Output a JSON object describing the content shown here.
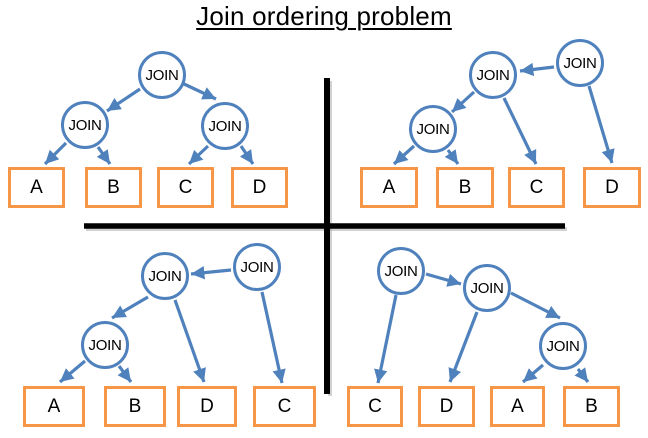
{
  "title": "Join ordering problem",
  "colors": {
    "node_border": "#4f81bd",
    "arrow": "#4f81bd",
    "leaf_border": "#f79646",
    "divider": "#000000",
    "text": "#000000",
    "background": "#ffffff"
  },
  "trees": [
    {
      "quadrant": "top-left",
      "shape": "bushy",
      "join_labels": [
        "JOIN",
        "JOIN",
        "JOIN"
      ],
      "leaf_labels": [
        "A",
        "B",
        "C",
        "D"
      ],
      "edges": [
        "root->join-left",
        "root->join-right",
        "join-left->A",
        "join-left->B",
        "join-right->C",
        "join-right->D"
      ]
    },
    {
      "quadrant": "top-right",
      "shape": "left-deep",
      "join_labels": [
        "JOIN",
        "JOIN",
        "JOIN"
      ],
      "leaf_labels": [
        "A",
        "B",
        "C",
        "D"
      ],
      "edges": [
        "root->join-mid",
        "root->D",
        "join-mid->join-low",
        "join-mid->C",
        "join-low->A",
        "join-low->B"
      ]
    },
    {
      "quadrant": "bottom-left",
      "shape": "left-deep",
      "join_labels": [
        "JOIN",
        "JOIN",
        "JOIN"
      ],
      "leaf_labels": [
        "A",
        "B",
        "D",
        "C"
      ],
      "edges": [
        "root->join-mid",
        "root->C",
        "join-mid->join-low",
        "join-mid->D",
        "join-low->A",
        "join-low->B"
      ]
    },
    {
      "quadrant": "bottom-right",
      "shape": "right-deep",
      "join_labels": [
        "JOIN",
        "JOIN",
        "JOIN"
      ],
      "leaf_labels": [
        "C",
        "D",
        "A",
        "B"
      ],
      "edges": [
        "root->join-mid",
        "root->C",
        "join-mid->join-low",
        "join-mid->D",
        "join-low->A",
        "join-low->B"
      ]
    }
  ]
}
